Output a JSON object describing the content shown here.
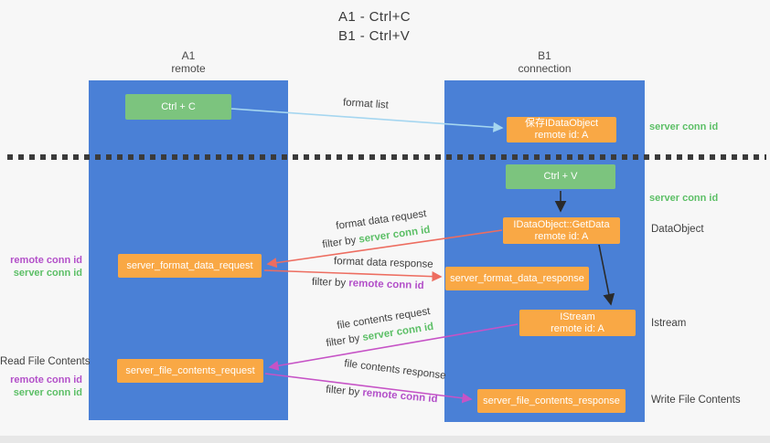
{
  "title": {
    "line1": "A1 - Ctrl+C",
    "line2": "B1 - Ctrl+V"
  },
  "columns": {
    "a1": {
      "name": "A1",
      "subtitle": "remote"
    },
    "b1": {
      "name": "B1",
      "subtitle": "connection"
    }
  },
  "boxes": {
    "ctrl_c": {
      "label": "Ctrl + C"
    },
    "save_idataobject": {
      "line1": "保存IDataObject",
      "line2": "remote id: A"
    },
    "ctrl_v": {
      "label": "Ctrl + V"
    },
    "getdata": {
      "line1": "IDataObject::GetData",
      "line2": "remote id: A"
    },
    "format_request": {
      "label": "server_format_data_request"
    },
    "format_response": {
      "label": "server_format_data_response"
    },
    "istream": {
      "line1": "IStream",
      "line2": "remote id: A"
    },
    "file_request": {
      "label": "server_file_contents_request"
    },
    "file_response": {
      "label": "server_file_contents_response"
    }
  },
  "edge_labels": [
    {
      "text": "format list"
    },
    {
      "text": "format data request"
    },
    {
      "prefix": "filter by ",
      "key": "server conn id"
    },
    {
      "text": "format data response"
    },
    {
      "prefix": "filter by ",
      "key": "remote conn id"
    },
    {
      "text": "file contents request"
    },
    {
      "prefix": "filter by ",
      "key": "server conn id"
    },
    {
      "text": "file contents response"
    },
    {
      "prefix": "filter by ",
      "key": "remote conn id"
    }
  ],
  "annotations": {
    "server_conn_id_top": "server conn id",
    "server_conn_id_mid": "server conn id",
    "dataobject": "DataObject",
    "istream": "Istream",
    "write_file_contents": "Write File Contents",
    "read_file_contents": "Read File Contents",
    "left1_remote": "remote conn id",
    "left1_server": "server conn id",
    "left2_remote": "remote conn id",
    "left2_server": "server conn id"
  },
  "colors": {
    "column_blue": "#4a80d6",
    "box_green": "#7cc47e",
    "box_orange": "#f9a845",
    "text_green": "#5cbf66",
    "text_purple": "#b350c9",
    "arrow_light_blue": "#a5d6f0",
    "arrow_salmon": "#ed6d60",
    "arrow_magenta": "#c653c6",
    "arrow_black": "#2a2a2a",
    "divider_dark": "#3b3b3b",
    "background": "#f7f7f7"
  }
}
